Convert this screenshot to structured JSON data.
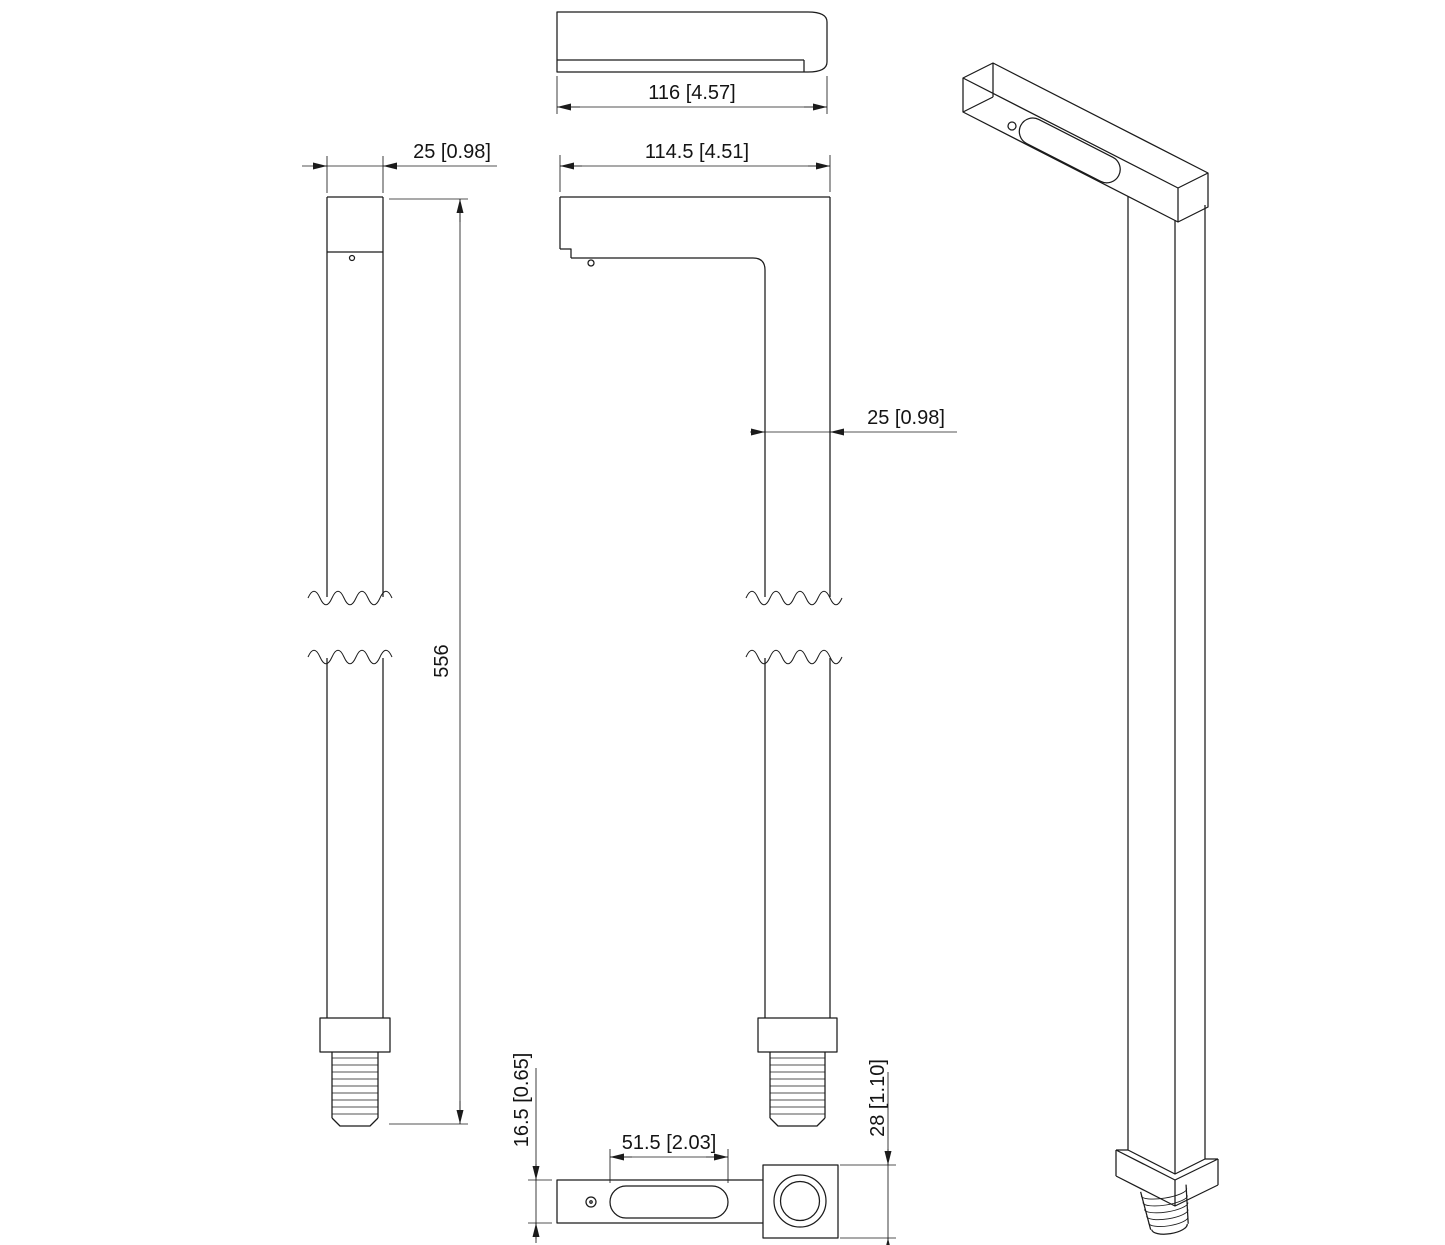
{
  "colors": {
    "ink": "#1b1b1b",
    "background": "#ffffff"
  },
  "dims": {
    "top_width": "116 [4.57]",
    "side_width": "25 [0.98]",
    "front_width": "114.5 [4.51]",
    "leg_width": "25 [0.98]",
    "height": "556",
    "slot_length": "51.5 [2.03]",
    "bottom_depth": "16.5 [0.65]",
    "bottom_height": "28 [1.10]"
  }
}
